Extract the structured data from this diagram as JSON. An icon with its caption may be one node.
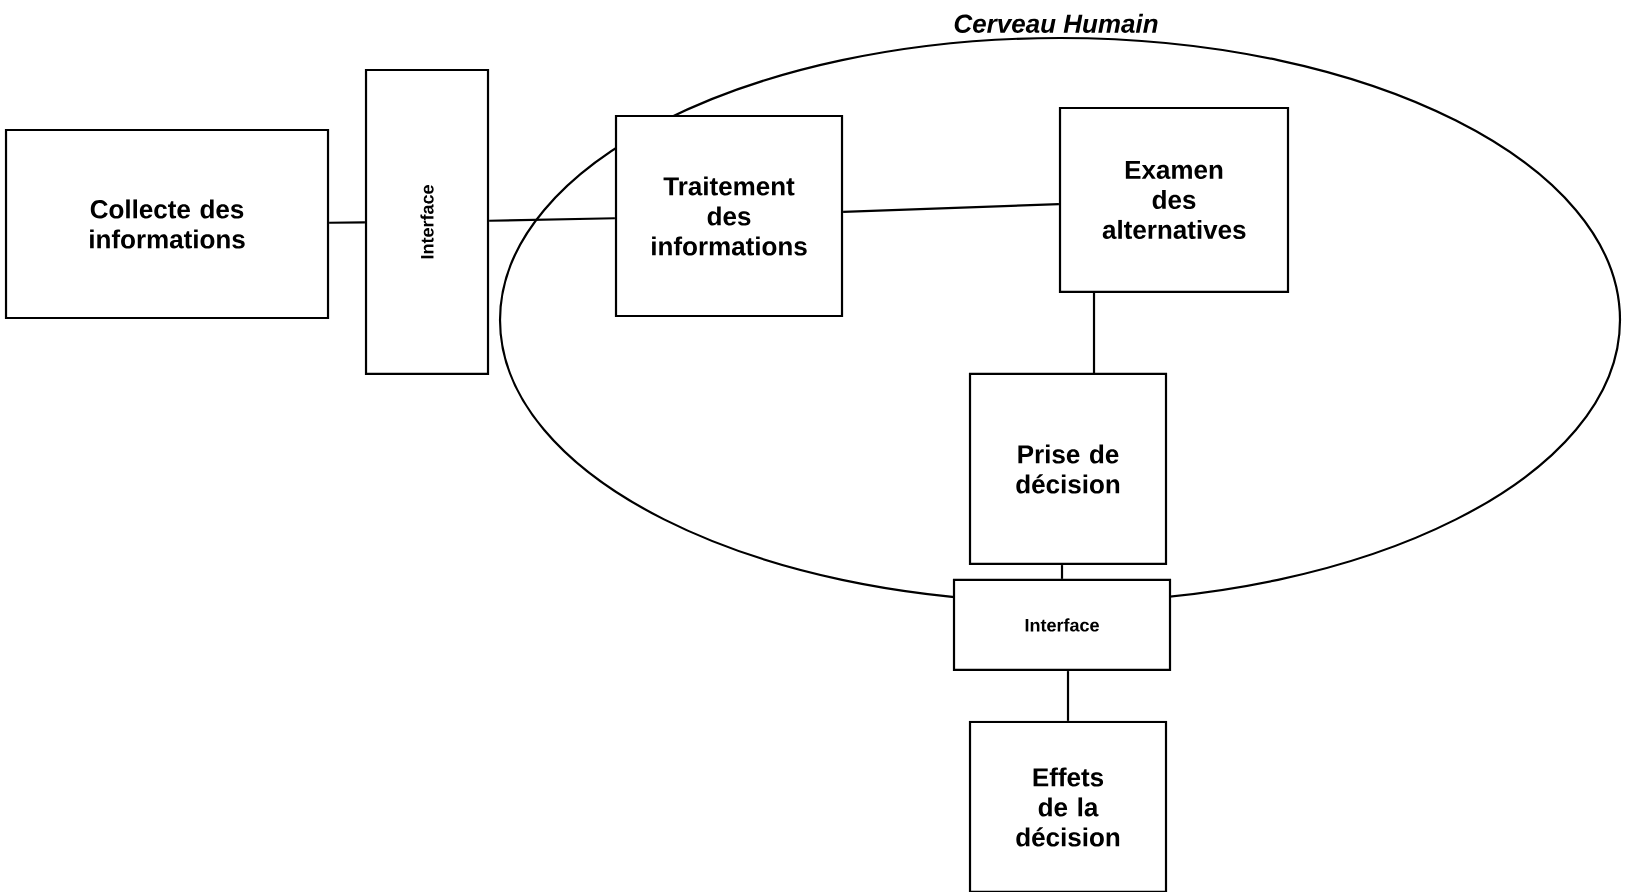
{
  "diagram": {
    "nodes": [
      {
        "text": [
          "Collecte des informations"
        ]
      },
      {
        "text": [
          "Interface"
        ]
      },
      {
        "text": [
          "Cerveau Humain"
        ]
      },
      {
        "text": [
          "Traitement des informations"
        ],
        "in": 2
      },
      {
        "text": [
          "Examen des alternatives"
        ],
        "in": 2
      },
      {
        "text": [
          "Prise de décision"
        ],
        "in": 2
      },
      {
        "text": [
          "Interface"
        ]
      },
      {
        "text": [
          "Effets de la décision"
        ]
      }
    ],
    "edges": [
      {
        "from": 0,
        "to": 1,
        "arrow": "none"
      },
      {
        "from": 1,
        "to": 3,
        "arrow": "none"
      },
      {
        "from": 3,
        "to": 4,
        "arrow": "none"
      },
      {
        "from": 4,
        "to": 5,
        "arrow": "none"
      },
      {
        "from": 5,
        "to": 6,
        "arrow": "none"
      },
      {
        "from": 6,
        "to": 7,
        "arrow": "none"
      }
    ]
  }
}
